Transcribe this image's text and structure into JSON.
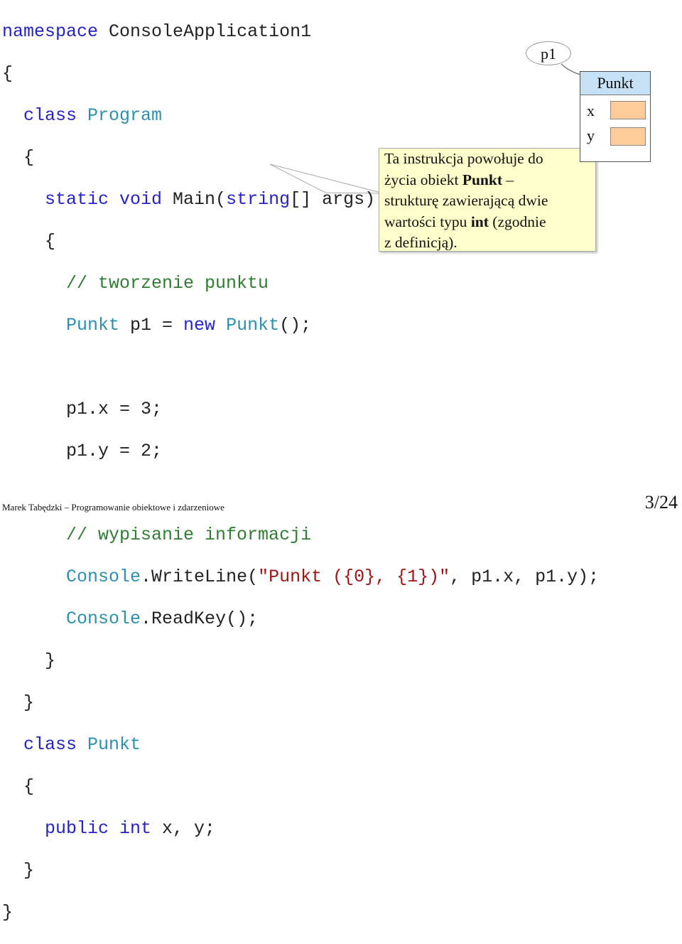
{
  "code": {
    "l1": {
      "a": "namespace",
      "b": " ConsoleApplication1"
    },
    "l2": "{",
    "l3": {
      "indent": "  ",
      "a": "class",
      "b": " Program"
    },
    "l4": {
      "indent": "  ",
      "b": "{"
    },
    "l5": {
      "indent": "    ",
      "a": "static",
      "b": " void",
      "c": " Main(",
      "d": "string",
      "e": "[] args)"
    },
    "l6": {
      "indent": "    ",
      "b": "{"
    },
    "l7": {
      "indent": "      ",
      "c": "// tworzenie punktu"
    },
    "l8": {
      "indent": "      ",
      "a": "Punkt",
      "b": " p1 = ",
      "c": "new",
      "d": " Punkt",
      "e": "();"
    },
    "l9": "",
    "l10": {
      "indent": "      ",
      "b": "p1.x = 3;"
    },
    "l11": {
      "indent": "      ",
      "b": "p1.y = 2;"
    },
    "l12": "",
    "l13": {
      "indent": "      ",
      "c": "// wypisanie informacji"
    },
    "l14": {
      "indent": "      ",
      "a": "Console",
      "b": ".WriteLine(",
      "s": "\"Punkt ({0}, {1})\"",
      "e": ", p1.x, p1.y);"
    },
    "l15": {
      "indent": "      ",
      "a": "Console",
      "b": ".ReadKey();"
    },
    "l16": {
      "indent": "    ",
      "b": "}"
    },
    "l17": {
      "indent": "  ",
      "b": "}"
    },
    "l18": {
      "indent": "  ",
      "a": "class",
      "b": " Punkt"
    },
    "l19": {
      "indent": "  ",
      "b": "{"
    },
    "l20": {
      "indent": "    ",
      "a": "public",
      "b": " int",
      "c": " x, y;"
    },
    "l21": {
      "indent": "  ",
      "b": "}"
    },
    "l22": "}"
  },
  "callout": {
    "t1": "Ta instrukcja powołuje do",
    "t2a": "życia obiekt ",
    "t2b": "Punkt",
    "t2c": " –",
    "t3": "strukturę zawierającą dwie",
    "t4a": "wartości typu ",
    "t4b": "int",
    "t4c": " (zgodnie",
    "t5": "z definicją)."
  },
  "diagram": {
    "reference_label": "p1",
    "object_type": "Punkt",
    "field_x": "x",
    "field_y": "y"
  },
  "footer": {
    "author": "Marek Tabędzki",
    "dash": " – ",
    "course": "Programowanie obiektowe i zdarzeniowe",
    "page": "3/24"
  }
}
